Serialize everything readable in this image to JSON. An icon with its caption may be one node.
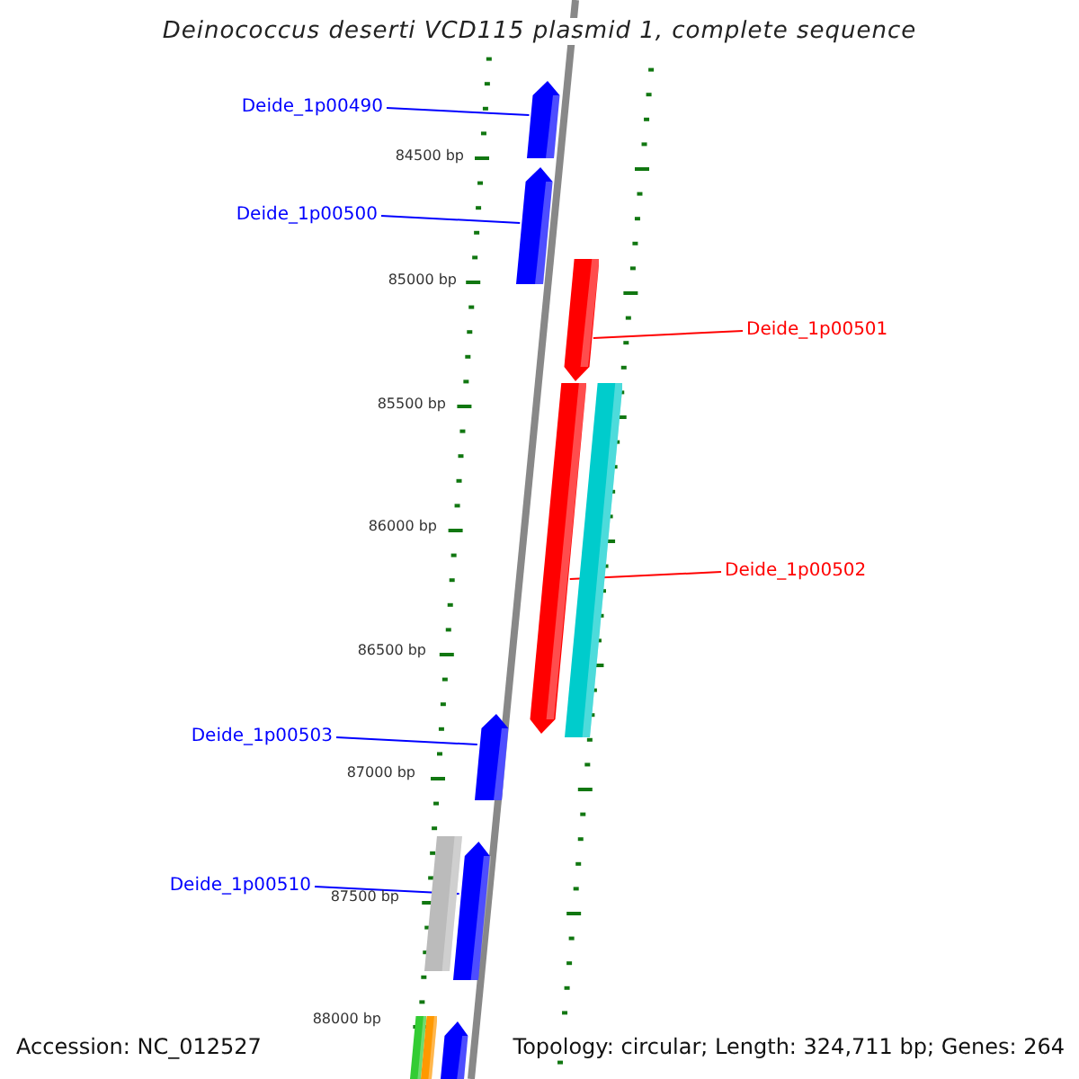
{
  "diagram": {
    "title": "Deinococcus deserti VCD115 plasmid 1, complete sequence",
    "nodes": [
      {
        "text": [
          "Deide_1p00490"
        ]
      },
      {
        "text": [],
        "shape": "bar"
      },
      {
        "text": [
          "Deide_1p00500"
        ]
      },
      {
        "text": [],
        "shape": "bar"
      },
      {
        "text": [
          "Deide_1p00501"
        ]
      },
      {
        "text": [],
        "shape": "bar"
      },
      {
        "text": [
          "Deide_1p00502"
        ]
      },
      {
        "text": [],
        "shape": "bar"
      },
      {
        "text": [],
        "shape": "bar"
      },
      {
        "text": [
          "Deide_1p00503"
        ]
      },
      {
        "text": [],
        "shape": "bar"
      },
      {
        "text": [
          "Deide_1p00510"
        ]
      },
      {
        "text": [],
        "shape": "bar"
      },
      {
        "text": [],
        "shape": "bar"
      },
      {
        "text": [],
        "shape": "bar"
      },
      {
        "text": [],
        "shape": "bar"
      },
      {
        "text": [],
        "shape": "bar"
      }
    ],
    "edges": [
      {
        "from": 0,
        "to": 1,
        "arrow": "none"
      },
      {
        "from": 2,
        "to": 3,
        "arrow": "none"
      },
      {
        "from": 4,
        "to": 5,
        "arrow": "none",
        "color": "#ff0000"
      },
      {
        "from": 6,
        "to": 7,
        "arrow": "none",
        "color": "#ff0000"
      },
      {
        "from": 9,
        "to": 10,
        "arrow": "none"
      },
      {
        "from": 11,
        "to": 13,
        "arrow": "none"
      }
    ],
    "labels": [
      "84500 bp",
      "85000 bp",
      "85500 bp",
      "86000 bp",
      "86500 bp",
      "87000 bp",
      "87500 bp",
      "88000 bp",
      "Accession: NC_012527",
      "Topology: circular; Length: 324,711 bp; Genes: 264"
    ]
  }
}
